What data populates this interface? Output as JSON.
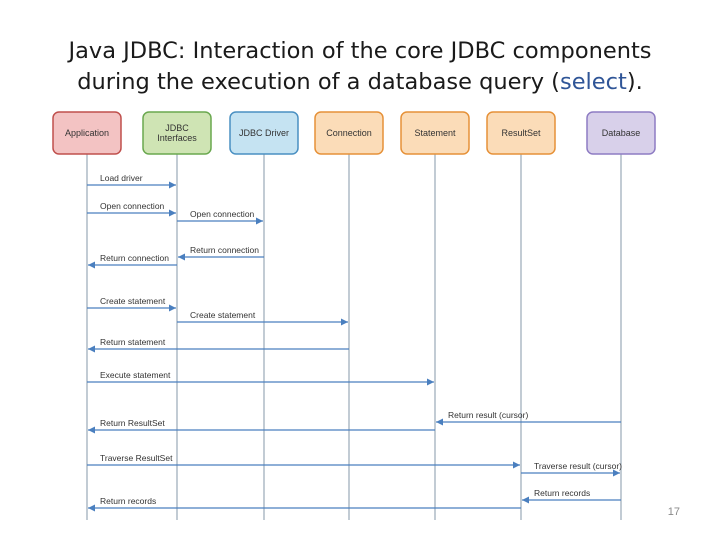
{
  "slide": {
    "title_line1": "Java JDBC: Interaction of the core JDBC components",
    "title_line2_prefix": "during the execution of a database query (",
    "title_line2_highlight": "select",
    "title_line2_suffix": ").",
    "page_number": "17"
  },
  "participants": [
    {
      "id": "application",
      "lines": [
        "Application"
      ],
      "fill": "#f3c3c3",
      "stroke": "#c0504d"
    },
    {
      "id": "jdbc-interfaces",
      "lines": [
        "JDBC",
        "Interfaces"
      ],
      "fill": "#cfe4b4",
      "stroke": "#6aa84f"
    },
    {
      "id": "jdbc-driver",
      "lines": [
        "JDBC Driver"
      ],
      "fill": "#c5e3f2",
      "stroke": "#4a90c2"
    },
    {
      "id": "connection",
      "lines": [
        "Connection"
      ],
      "fill": "#fbdcb8",
      "stroke": "#e69138"
    },
    {
      "id": "statement",
      "lines": [
        "Statement"
      ],
      "fill": "#fbdcb8",
      "stroke": "#e69138"
    },
    {
      "id": "resultset",
      "lines": [
        "ResultSet"
      ],
      "fill": "#fbdcb8",
      "stroke": "#e69138"
    },
    {
      "id": "database",
      "lines": [
        "Database"
      ],
      "fill": "#d8d0ea",
      "stroke": "#8e7cc3"
    }
  ],
  "messages": [
    {
      "label": "Load driver",
      "from": 0,
      "to": 1
    },
    {
      "label": "Open connection",
      "from": 0,
      "to": 1
    },
    {
      "label": "Open connection",
      "from": 1,
      "to": 2
    },
    {
      "label": "Return connection",
      "from": 2,
      "to": 1
    },
    {
      "label": "Return connection",
      "from": 1,
      "to": 0
    },
    {
      "label": "Create statement",
      "from": 0,
      "to": 1
    },
    {
      "label": "Create statement",
      "from": 1,
      "to": 3
    },
    {
      "label": "Return statement",
      "from": 3,
      "to": 0
    },
    {
      "label": "Execute statement",
      "from": 0,
      "to": 4
    },
    {
      "label": "Return result (cursor)",
      "from": 6,
      "to": 4
    },
    {
      "label": "Return ResultSet",
      "from": 4,
      "to": 0
    },
    {
      "label": "Traverse ResultSet",
      "from": 0,
      "to": 5
    },
    {
      "label": "Traverse result (cursor)",
      "from": 5,
      "to": 6
    },
    {
      "label": "Return records",
      "from": 6,
      "to": 5
    },
    {
      "label": "Return records",
      "from": 5,
      "to": 0
    }
  ],
  "colors": {
    "lifeline": "#9aa9b8",
    "arrow": "#4a7fbf",
    "label": "#333333"
  }
}
